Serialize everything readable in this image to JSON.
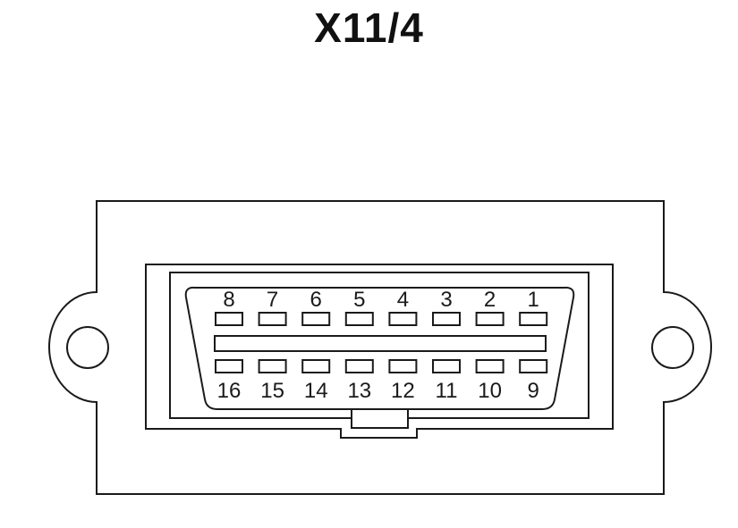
{
  "title": "X11/4",
  "connector": {
    "pins_top": [
      "8",
      "7",
      "6",
      "5",
      "4",
      "3",
      "2",
      "1"
    ],
    "pins_bottom": [
      "16",
      "15",
      "14",
      "13",
      "12",
      "11",
      "10",
      "9"
    ]
  },
  "colors": {
    "line": "#1a1a1a",
    "background": "#ffffff"
  }
}
